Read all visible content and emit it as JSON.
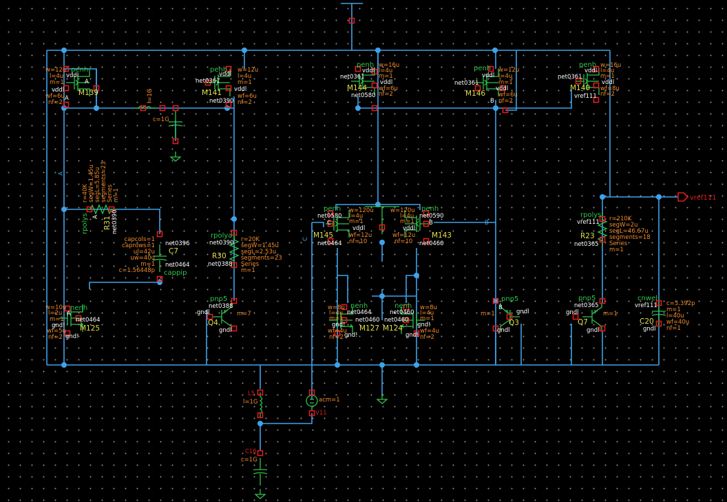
{
  "colors": {
    "background": "#000000",
    "wire": "#3fa2ea",
    "symbol": "#2fc44a",
    "param": "#f08a2c",
    "instance": "#e3df4a",
    "net": "#ffffff",
    "pin": "#e01c1c"
  },
  "wire_labels": {
    "a": "A",
    "b": "B",
    "c": "C"
  },
  "pin": {
    "name": "vref111",
    "icon": "output-pin-arrow-icon"
  },
  "devices": {
    "m139": {
      "model": "penh",
      "inst": "M139",
      "params": [
        "w=12u",
        "l=4u",
        "m=1",
        "wf=6u",
        "nf=2"
      ],
      "nets": [
        "vddl",
        "A",
        "vddl",
        "A"
      ]
    },
    "m141": {
      "model": "penh",
      "inst": "M141",
      "params": [
        "w=12u",
        "l=4u",
        "m=1",
        "wf=6u",
        "nf=2"
      ],
      "nets": [
        "vddl",
        "net0361",
        "vddl",
        "net0390"
      ]
    },
    "m144": {
      "model": "penh",
      "inst": "M144",
      "params": [
        "w=16u",
        "l=4u",
        "m=1",
        "wf=6u",
        "nf=2"
      ],
      "nets": [
        "vddl",
        "net0361",
        "vddl",
        "net0580"
      ]
    },
    "m146": {
      "model": "penh",
      "inst": "M146",
      "params": [
        "w=12u",
        "l=4u",
        "m=1",
        "wf=6u",
        "nf=2"
      ],
      "nets": [
        "vddl",
        "net0361",
        "vddl",
        "B"
      ]
    },
    "m140": {
      "model": "penh",
      "inst": "M140",
      "params": [
        "w=16u",
        "l=4u",
        "m=1",
        "wf=8u",
        "nf=2"
      ],
      "nets": [
        "vddl",
        "net0361",
        "vddl",
        "vref111"
      ]
    },
    "m145": {
      "model": "penh",
      "inst": "M145",
      "params": [
        "w=120u",
        "l=4u",
        "m=1",
        "wf=12u",
        "nf=10"
      ],
      "nets": [
        "net0580",
        "C",
        "vddl",
        "net0464"
      ]
    },
    "m143": {
      "model": "penh",
      "inst": "M143",
      "params": [
        "w=120u",
        "l=4u",
        "m=1",
        "wf=12u",
        "nf=10"
      ],
      "nets": [
        "net0590",
        "B",
        "vddl",
        "net0460"
      ]
    },
    "m125": {
      "model": "nenh",
      "inst": "M125",
      "params": [
        "w=10u",
        "l=2u",
        "m=1",
        "wf=5u",
        "nf=2"
      ],
      "nets": [
        "A",
        "net0464",
        "gnd!",
        "gnd!"
      ]
    },
    "m127": {
      "model": "nenh",
      "inst": "M127",
      "params": [
        "w=8u",
        "l=4u",
        "m=1",
        "wf=4u",
        "nf=2"
      ],
      "nets": [
        "net0464",
        "net0460",
        "gnd!",
        "gnd!"
      ]
    },
    "m124": {
      "model": "nenh",
      "inst": "M124",
      "params": [
        "w=8u",
        "l=4u",
        "m=1",
        "wf=4u",
        "nf=2"
      ],
      "nets": [
        "net0460",
        "net0460",
        "gnd!",
        "gnd!"
      ]
    },
    "r31": {
      "model": "rpolys",
      "inst": "R31",
      "params": [
        "r=40K",
        "segW=1.45u",
        "segL=5.85u",
        "segments=23",
        "Series",
        "m=1"
      ],
      "nets": [
        "A",
        "net0390"
      ]
    },
    "r30": {
      "model": "rpolya",
      "inst": "R30",
      "params": [
        "r=20K",
        "segW=1.45u",
        "segL=2.53u",
        "segments=23",
        "Series",
        "m=1"
      ],
      "nets": [
        "net0390",
        "net0388"
      ]
    },
    "r23": {
      "model": "rpolys",
      "inst": "R23",
      "params": [
        "r=210K",
        "segW=2u",
        "segL=46.67u",
        "segments=18",
        "Series",
        "m=1"
      ],
      "nets": [
        "vref111",
        "net0365"
      ]
    },
    "c7": {
      "model": "cappip",
      "inst": "C7",
      "params": [
        "capcols=1",
        "caprows=1",
        "ul=42u",
        "uw=40u",
        "m=1",
        "c=1.56448p"
      ],
      "nets": [
        "net0396",
        "net0464"
      ]
    },
    "c20": {
      "model": "cnwel",
      "inst": "C20",
      "params": [
        "c=3.392p",
        "m=1",
        "l=40u",
        "wf=40u",
        "nf=1"
      ],
      "nets": [
        "vref111",
        "gndl"
      ]
    },
    "q4": {
      "model": "pnp5",
      "inst": "Q4",
      "params": [
        "m=7"
      ],
      "nets": [
        "net0388",
        "gndl",
        "gndl"
      ]
    },
    "q3": {
      "model": "pnp5",
      "inst": "Q3",
      "params": [
        "m=1"
      ],
      "nets": [
        "B",
        "gndl",
        "gndl"
      ]
    },
    "q7": {
      "model": "pnp5",
      "inst": "Q7",
      "params": [
        "m=1"
      ],
      "nets": [
        "net0365",
        "gndl",
        "gndl"
      ]
    },
    "ltop": {
      "params": [
        "l=1G"
      ]
    },
    "ctop": {
      "params": [
        "c=1G"
      ]
    },
    "l5": {
      "inst": "L5",
      "params": [
        "l=1G"
      ]
    },
    "v11": {
      "inst": "V11",
      "params": [
        "acm=1"
      ]
    },
    "c16": {
      "inst": "C16",
      "params": [
        "c=1G"
      ]
    }
  }
}
